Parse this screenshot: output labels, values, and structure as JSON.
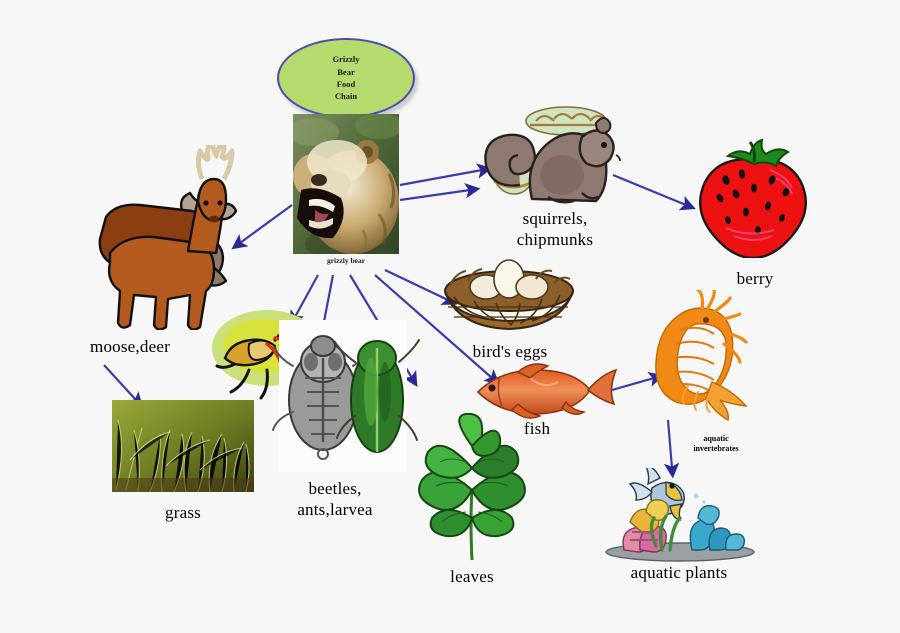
{
  "diagram": {
    "title_oval": "Grizzly\nBear\nFood\nChain",
    "center": {
      "name": "grizzly-bear-photo",
      "caption": "grizzly bear"
    },
    "nodes": [
      {
        "id": "moose-deer",
        "label": "moose,deer",
        "icon": "deer-illustration"
      },
      {
        "id": "grass",
        "label": "grass",
        "icon": "grass-photo"
      },
      {
        "id": "beetles-ants-larvea",
        "label": "beetles,\nants,larvea",
        "icon": "beetles-illustration"
      },
      {
        "id": "leaves",
        "label": "leaves",
        "icon": "leaves-illustration"
      },
      {
        "id": "birds-eggs",
        "label": "bird's eggs",
        "icon": "nest-with-eggs-illustration"
      },
      {
        "id": "squirrels-chipmunks",
        "label": "squirrels,\nchipmunks",
        "icon": "squirrel-illustration"
      },
      {
        "id": "berry",
        "label": "berry",
        "icon": "strawberry-illustration"
      },
      {
        "id": "fish",
        "label": "fish",
        "icon": "fish-illustration"
      },
      {
        "id": "aquatic-invertebrates",
        "label": "aquatic\ninvertebrates",
        "icon": "shrimp-illustration"
      },
      {
        "id": "aquatic-plants",
        "label": "aquatic plants",
        "icon": "coral-reef-illustration"
      }
    ],
    "colors": {
      "arrow": "#2a2a96",
      "oval_fill": "#b5da6e",
      "oval_border": "#4b4bb5",
      "deer_body": "#a9561e",
      "berry_red": "#ee1111",
      "berry_stem_green": "#1f8a1f",
      "fish_orange": "#e2703a",
      "shrimp_orange": "#f08a14",
      "squirrel_grey": "#8f7a72",
      "nest_brown": "#8a5a28",
      "leaf_green": "#2e9a34",
      "grass_green": "#7d8b25",
      "beetle_green": "#2f7a2a",
      "beetle_grey": "#8d8d8d",
      "background": "#f7f7f7"
    },
    "arrows": [
      {
        "from": "grizzly-bear",
        "to": "moose-deer"
      },
      {
        "from": "grizzly-bear",
        "to": "beetles-ants-larvea"
      },
      {
        "from": "grizzly-bear",
        "to": "leaves"
      },
      {
        "from": "grizzly-bear",
        "to": "birds-eggs"
      },
      {
        "from": "grizzly-bear",
        "to": "squirrels-chipmunks"
      },
      {
        "from": "grizzly-bear",
        "to": "fish"
      },
      {
        "from": "moose-deer",
        "to": "grass"
      },
      {
        "from": "squirrels-chipmunks",
        "to": "berry"
      },
      {
        "from": "fish",
        "to": "aquatic-invertebrates"
      },
      {
        "from": "aquatic-invertebrates",
        "to": "aquatic-plants"
      }
    ]
  }
}
